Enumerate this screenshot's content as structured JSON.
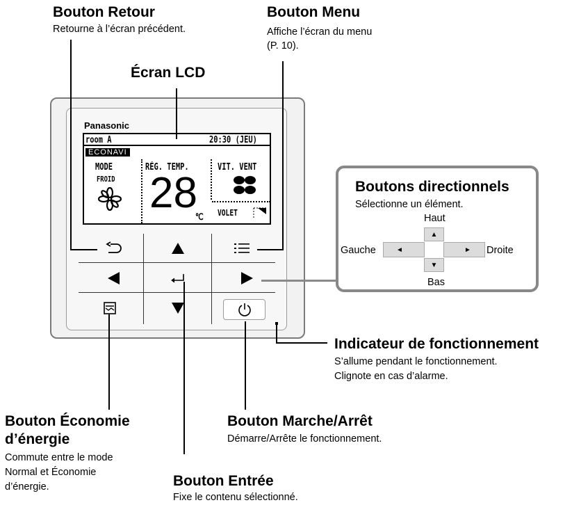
{
  "labels": {
    "retour": {
      "title": "Bouton Retour",
      "desc": "Retourne à l’écran précédent."
    },
    "menu": {
      "title": "Bouton Menu",
      "desc1": "Affiche l’écran du menu",
      "desc2": "(P. 10)."
    },
    "lcd": {
      "title": "Écran LCD"
    },
    "directional": {
      "title": "Boutons directionnels",
      "desc": "Sélectionne un élément.",
      "up": "Haut",
      "down": "Bas",
      "left": "Gauche",
      "right": "Droite"
    },
    "indicator": {
      "title": "Indicateur de fonctionnement",
      "desc1": "S’allume pendant le fonctionnement.",
      "desc2": "Clignote en cas d’alarme."
    },
    "economy": {
      "title1": "Bouton Économie",
      "title2": "d’énergie",
      "desc1": "Commute entre le mode",
      "desc2": "Normal et Économie",
      "desc3": "d’énergie."
    },
    "onoff": {
      "title": "Bouton Marche/Arrêt",
      "desc": "Démarre/Arrête le fonctionnement."
    },
    "enter": {
      "title": "Bouton Entrée",
      "desc": "Fixe le contenu sélectionné."
    }
  },
  "device": {
    "brand": "Panasonic",
    "lcd": {
      "room": "room A",
      "time": "20:30 (JEU)",
      "econavi": "ECONAVI",
      "mode_label": "MODE",
      "mode_value": "FROID",
      "temp_label": "RÉG. TEMP.",
      "temp_value": "28",
      "temp_unit": "℃",
      "fan_label": "VIT. VENT",
      "louver_label": "VOLET"
    }
  }
}
